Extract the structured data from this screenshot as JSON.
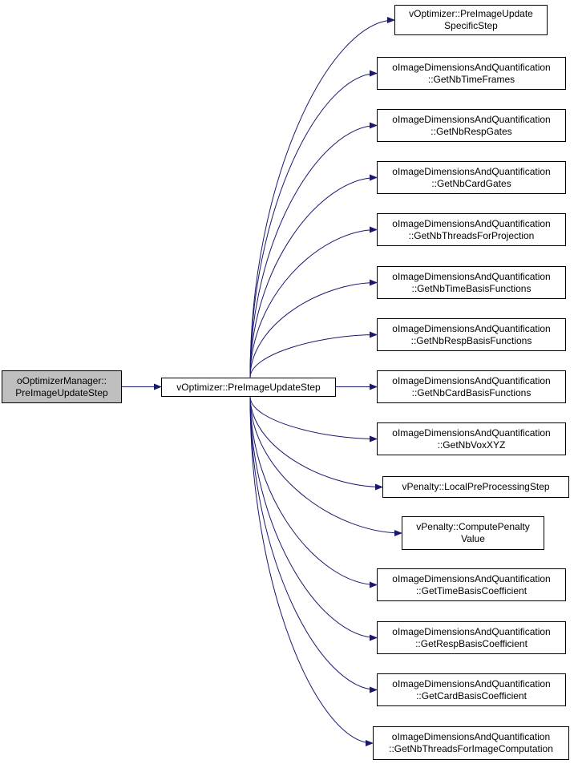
{
  "colors": {
    "edge": "#191970",
    "node_border": "#000000",
    "root_fill": "#bfbfbf",
    "node_fill": "#ffffff"
  },
  "nodes": [
    {
      "id": "root",
      "lines": [
        "oOptimizerManager::",
        "PreImageUpdateStep"
      ]
    },
    {
      "id": "mid",
      "lines": [
        "vOptimizer::PreImageUpdateStep"
      ]
    },
    {
      "id": "t0",
      "lines": [
        "vOptimizer::PreImageUpdate",
        "SpecificStep"
      ]
    },
    {
      "id": "t1",
      "lines": [
        "oImageDimensionsAndQuantification",
        "::GetNbTimeFrames"
      ]
    },
    {
      "id": "t2",
      "lines": [
        "oImageDimensionsAndQuantification",
        "::GetNbRespGates"
      ]
    },
    {
      "id": "t3",
      "lines": [
        "oImageDimensionsAndQuantification",
        "::GetNbCardGates"
      ]
    },
    {
      "id": "t4",
      "lines": [
        "oImageDimensionsAndQuantification",
        "::GetNbThreadsForProjection"
      ]
    },
    {
      "id": "t5",
      "lines": [
        "oImageDimensionsAndQuantification",
        "::GetNbTimeBasisFunctions"
      ]
    },
    {
      "id": "t6",
      "lines": [
        "oImageDimensionsAndQuantification",
        "::GetNbRespBasisFunctions"
      ]
    },
    {
      "id": "t7",
      "lines": [
        "oImageDimensionsAndQuantification",
        "::GetNbCardBasisFunctions"
      ]
    },
    {
      "id": "t8",
      "lines": [
        "oImageDimensionsAndQuantification",
        "::GetNbVoxXYZ"
      ]
    },
    {
      "id": "t9",
      "lines": [
        "vPenalty::LocalPreProcessingStep"
      ]
    },
    {
      "id": "t10",
      "lines": [
        "vPenalty::ComputePenalty",
        "Value"
      ]
    },
    {
      "id": "t11",
      "lines": [
        "oImageDimensionsAndQuantification",
        "::GetTimeBasisCoefficient"
      ]
    },
    {
      "id": "t12",
      "lines": [
        "oImageDimensionsAndQuantification",
        "::GetRespBasisCoefficient"
      ]
    },
    {
      "id": "t13",
      "lines": [
        "oImageDimensionsAndQuantification",
        "::GetCardBasisCoefficient"
      ]
    },
    {
      "id": "t14",
      "lines": [
        "oImageDimensionsAndQuantification",
        "::GetNbThreadsForImageComputation"
      ]
    }
  ],
  "edges": [
    {
      "from": "root",
      "to": "mid"
    },
    {
      "from": "mid",
      "to": "t0"
    },
    {
      "from": "mid",
      "to": "t1"
    },
    {
      "from": "mid",
      "to": "t2"
    },
    {
      "from": "mid",
      "to": "t3"
    },
    {
      "from": "mid",
      "to": "t4"
    },
    {
      "from": "mid",
      "to": "t5"
    },
    {
      "from": "mid",
      "to": "t6"
    },
    {
      "from": "mid",
      "to": "t7"
    },
    {
      "from": "mid",
      "to": "t8"
    },
    {
      "from": "mid",
      "to": "t9"
    },
    {
      "from": "mid",
      "to": "t10"
    },
    {
      "from": "mid",
      "to": "t11"
    },
    {
      "from": "mid",
      "to": "t12"
    },
    {
      "from": "mid",
      "to": "t13"
    },
    {
      "from": "mid",
      "to": "t14"
    }
  ]
}
